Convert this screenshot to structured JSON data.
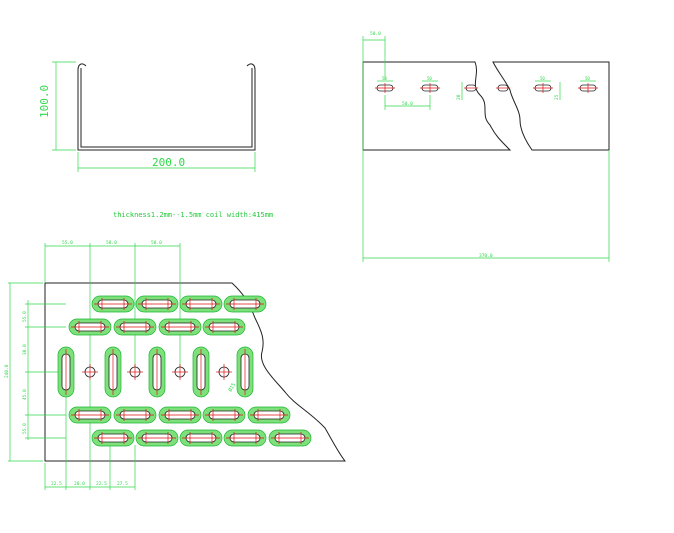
{
  "profile": {
    "width_label": "200.0",
    "height_label": "100.0"
  },
  "note": "thickness1.2mm--1.5mm  coil width:415mm",
  "top_right": {
    "edge_offset": "50.0",
    "hole_labels": [
      "50",
      "50",
      "50",
      "50"
    ],
    "pitch": "50.0",
    "hole_height": "25",
    "total_width": "370.0",
    "side_label": "20"
  },
  "plate": {
    "top_dims": [
      "55.0",
      "58.0",
      "58.0"
    ],
    "left_dims": [
      "55.0",
      "30.0",
      "45.0",
      "55.0"
    ],
    "overall_height": "240.0",
    "bottom_dims": [
      "22.5",
      "20.0",
      "22.5",
      "27.5"
    ],
    "hole_label": "Ø15"
  },
  "colors": {
    "dimension": "#2fd94a",
    "slot_halo": "#7ee07a",
    "centerline": "#e01010",
    "outline": "#222222"
  }
}
